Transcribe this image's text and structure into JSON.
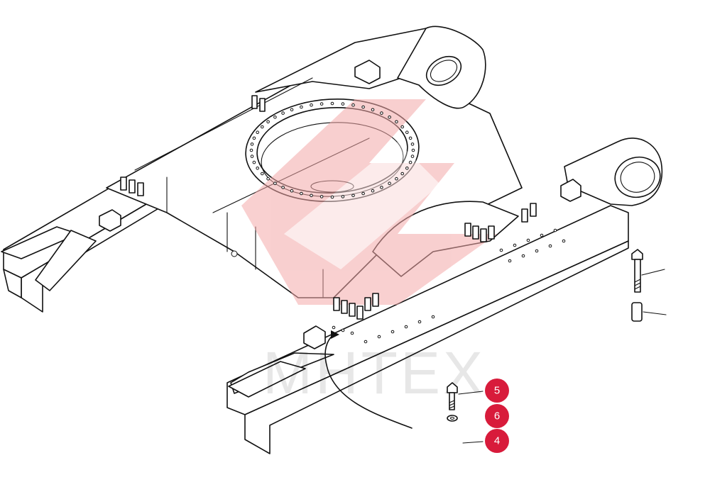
{
  "watermark": {
    "text": "MHTEX",
    "logo_color": "#f4a9a9"
  },
  "callouts": [
    {
      "label": "5",
      "color": "#d81b3b"
    },
    {
      "label": "6",
      "color": "#d81b3b"
    },
    {
      "label": "4",
      "color": "#d81b3b"
    }
  ]
}
